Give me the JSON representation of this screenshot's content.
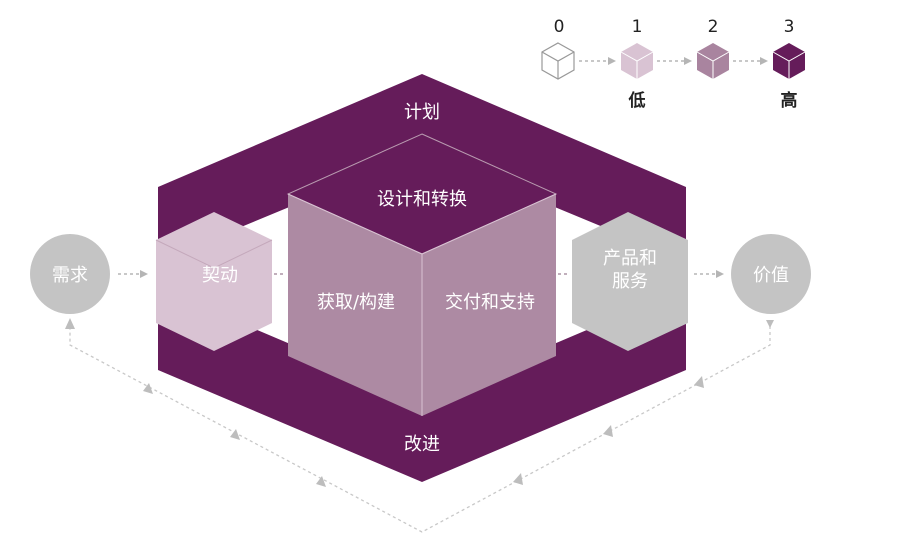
{
  "legend": {
    "levels": [
      {
        "number": "0",
        "caption": ""
      },
      {
        "number": "1",
        "caption": "低"
      },
      {
        "number": "2",
        "caption": ""
      },
      {
        "number": "3",
        "caption": "高"
      }
    ]
  },
  "diagram": {
    "input": "需求",
    "output": "价值",
    "top_band": "计划",
    "bottom_band": "改进",
    "left_cube": "契动",
    "right_cube_line1": "产品和",
    "right_cube_line2": "服务",
    "center_top": "设计和转换",
    "center_left": "获取/构建",
    "center_right": "交付和支持"
  },
  "colors": {
    "dark_purple": "#651c5a",
    "mid_purple": "#a9849f",
    "light_purple": "#d9c3d3",
    "grey": "#c4c4c4",
    "dashed": "#bdbdbd"
  }
}
